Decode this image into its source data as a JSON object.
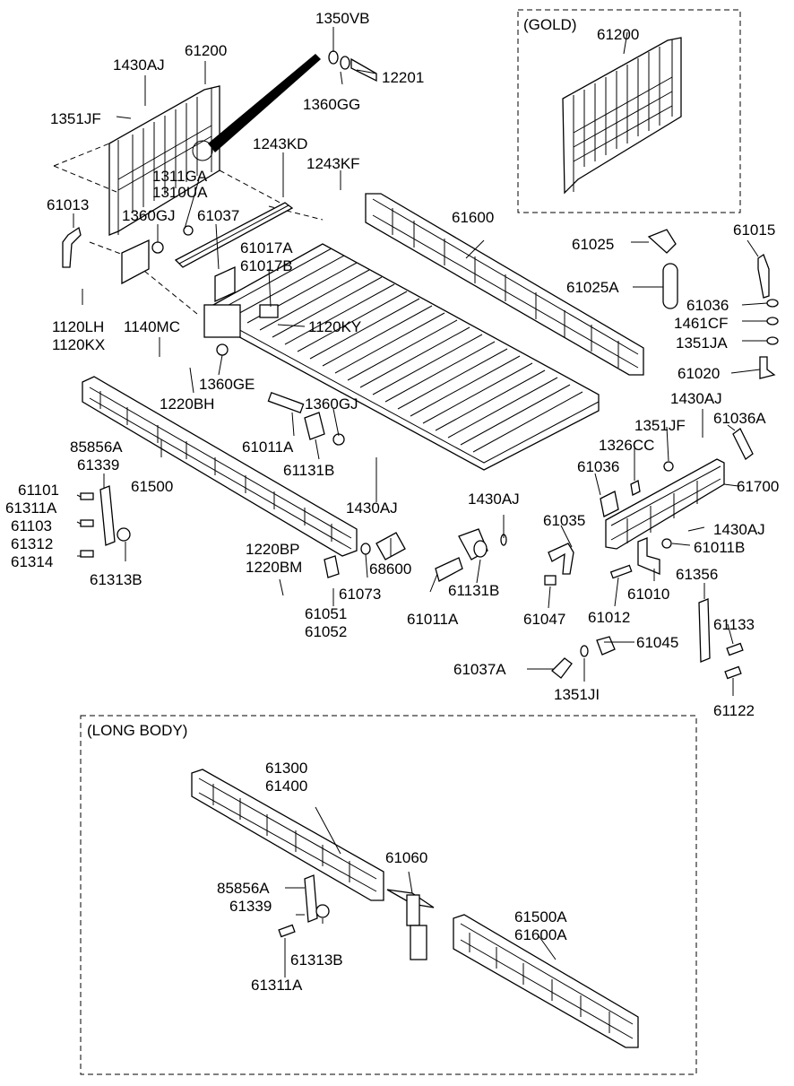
{
  "boxes": {
    "gold": "(GOLD)",
    "long_body": "(LONG BODY)"
  },
  "labels": {
    "p1350VB": "1350VB",
    "p12201": "12201",
    "p1360GG": "1360GG",
    "p1430AJ_a": "1430AJ",
    "p61200_a": "61200",
    "p1351JF_a": "1351JF",
    "p1243KD": "1243KD",
    "p1243KF": "1243KF",
    "p1311GA": "1311GA",
    "p1310UA": "1310UA",
    "p61013": "61013",
    "p1360GJ_a": "1360GJ",
    "p61037": "61037",
    "p61017A": "61017A",
    "p61017B": "61017B",
    "p61600": "61600",
    "p1120LH": "1120LH",
    "p1120KX": "1120KX",
    "p1140MC": "1140MC",
    "p1120KY": "1120KY",
    "p1360GE": "1360GE",
    "p1220BH": "1220BH",
    "p61200_b": "61200",
    "p61025": "61025",
    "p61015": "61015",
    "p61025A": "61025A",
    "p61036_a": "61036",
    "p1461CF": "1461CF",
    "p1351JA": "1351JA",
    "p61020": "61020",
    "p1430AJ_b": "1430AJ",
    "p61036A": "61036A",
    "p1351JF_b": "1351JF",
    "p1326CC": "1326CC",
    "p61036_b": "61036",
    "p61700": "61700",
    "p1360GJ_b": "1360GJ",
    "p61011A_a": "61011A",
    "p61131B_a": "61131B",
    "p85856A_a": "85856A",
    "p61339_a": "61339",
    "p61500": "61500",
    "p61101": "61101",
    "p61311A_a": "61311A",
    "p61103": "61103",
    "p61312": "61312",
    "p61314": "61314",
    "p61313B_a": "61313B",
    "p1430AJ_c": "1430AJ",
    "p1430AJ_d": "1430AJ",
    "p61035": "61035",
    "p1430AJ_e": "1430AJ",
    "p61011B": "61011B",
    "p1220BP": "1220BP",
    "p1220BM": "1220BM",
    "p68600": "68600",
    "p61073": "61073",
    "p61051": "61051",
    "p61052": "61052",
    "p61131B_b": "61131B",
    "p61011A_b": "61011A",
    "p61047": "61047",
    "p61012": "61012",
    "p61010": "61010",
    "p61356": "61356",
    "p61133": "61133",
    "p61045": "61045",
    "p61037A": "61037A",
    "p1351JI": "1351JI",
    "p61122": "61122",
    "p61300": "61300",
    "p61400": "61400",
    "p61060": "61060",
    "p85856A_b": "85856A",
    "p61339_b": "61339",
    "p61313B_b": "61313B",
    "p61311A_b": "61311A",
    "p61500A": "61500A",
    "p61600A": "61600A"
  }
}
